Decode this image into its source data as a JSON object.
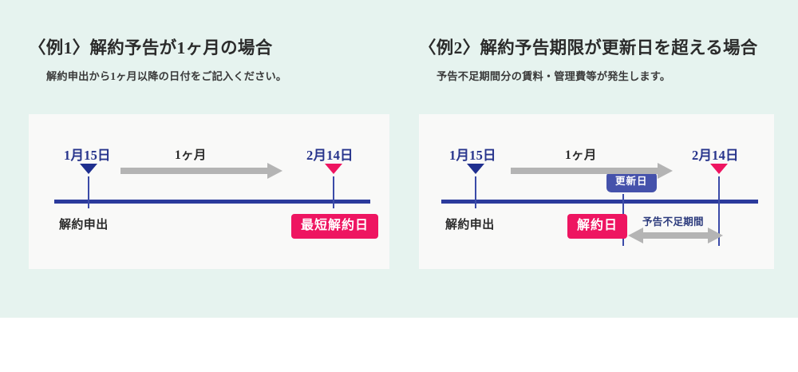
{
  "background": {
    "band_color": "#e6f3ef",
    "card_color": "#f9f9f8",
    "page_color": "#ffffff"
  },
  "colors": {
    "navy": "#27348c",
    "axis_navy": "#2b3a9c",
    "pink": "#ee1561",
    "badge_blue": "#4552ab",
    "arrow_gray": "#b4b4b4"
  },
  "panels": [
    {
      "title": "〈例1〉解約予告が1ヶ月の場合",
      "subtitle": "解約申出から1ヶ月以降の日付をご記入ください。",
      "start_date": "1月15日",
      "end_date": "2月14日",
      "start_foot_label": "解約申出",
      "duration_caption": "1ヶ月",
      "end_badge": "最短解約日"
    },
    {
      "title": "〈例2〉解約予告期限が更新日を超える場合",
      "subtitle": "予告不足期間分の賃料・管理費等が発生します。",
      "start_date": "1月15日",
      "end_date": "2月14日",
      "start_foot_label": "解約申出",
      "duration_caption": "1ヶ月",
      "renewal_badge": "更新日",
      "cancel_badge": "解約日",
      "shortfall_caption": "予告不足期間"
    }
  ]
}
